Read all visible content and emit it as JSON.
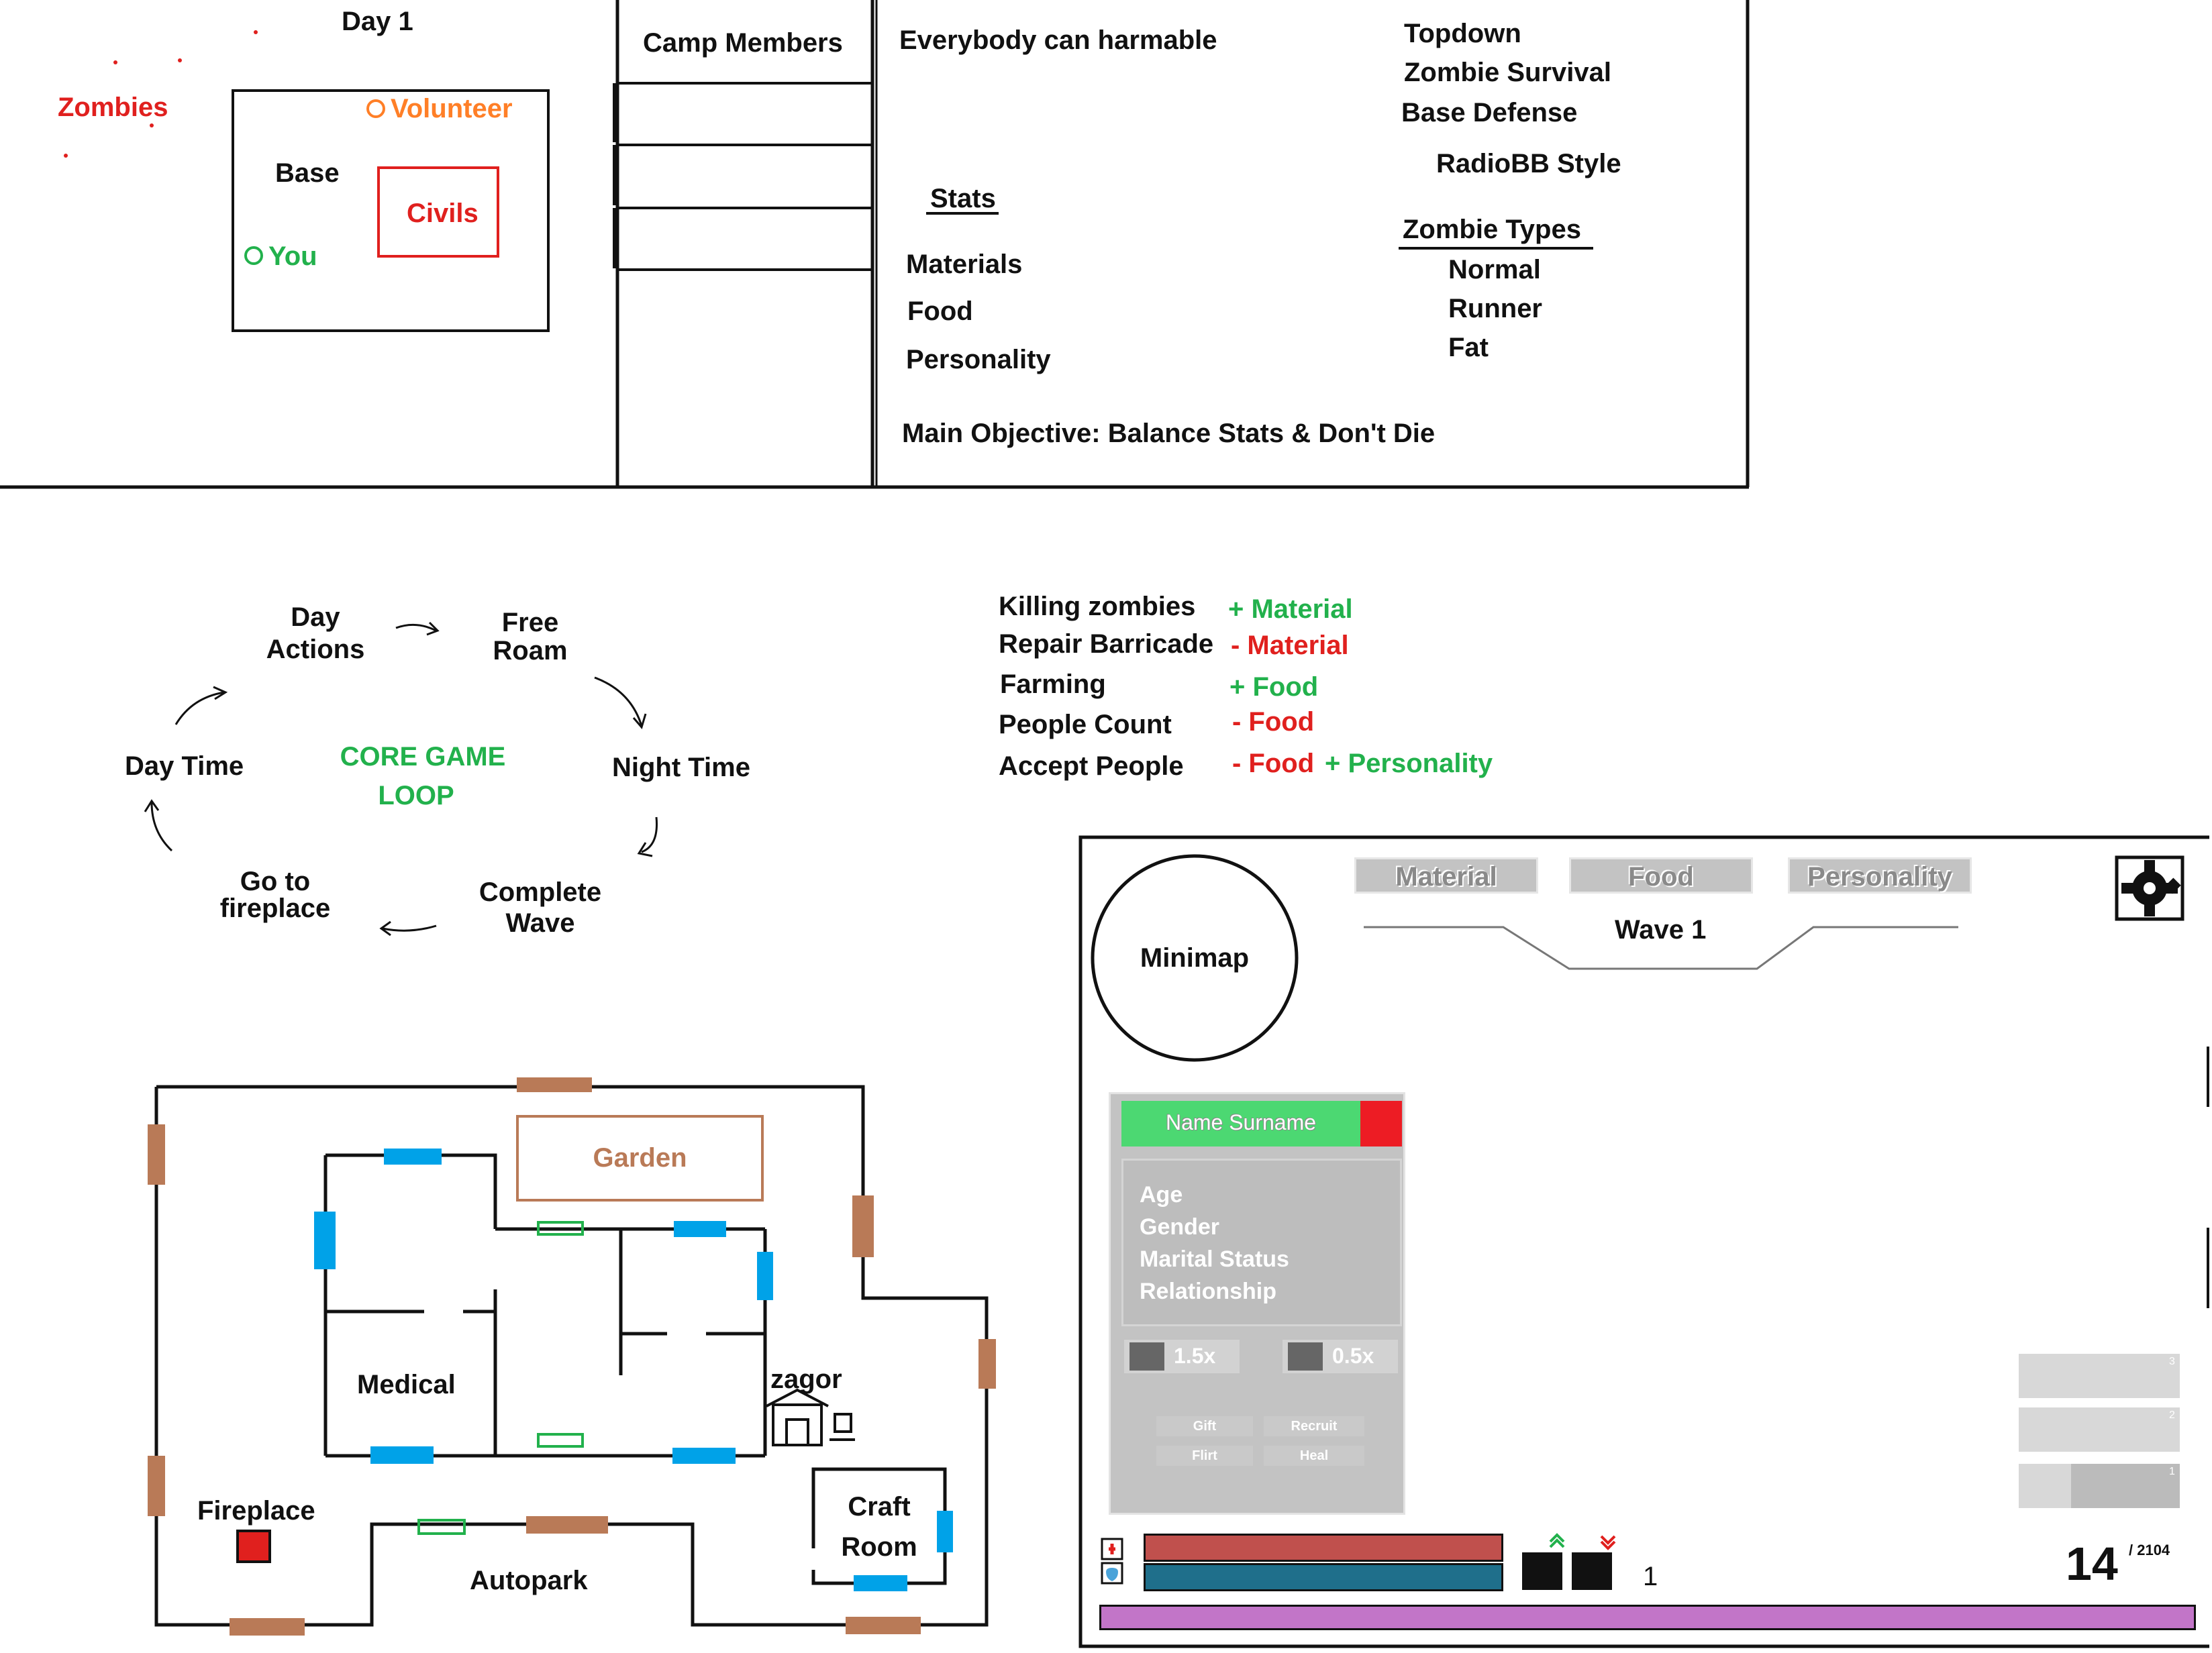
{
  "top_sketch": {
    "day": "Day 1",
    "zombies": "Zombies",
    "volunteer": "Volunteer",
    "base": "Base",
    "civils": "Civils",
    "you": "You",
    "camp_members": "Camp Members"
  },
  "notes": {
    "harm": "Everybody can harmable",
    "stats_title": "Stats",
    "stats": [
      "Materials",
      "Food",
      "Personality"
    ],
    "objective": "Main Objective: Balance Stats & Don't Die",
    "genres": [
      "Topdown",
      "Zombie Survival",
      "Base Defense"
    ],
    "style": "RadioBB Style",
    "zombie_types_title": "Zombie Types",
    "zombie_types": [
      "Normal",
      "Runner",
      "Fat"
    ]
  },
  "loop": {
    "center": [
      "CORE GAME",
      "LOOP"
    ],
    "day_actions": [
      "Day",
      "Actions"
    ],
    "free_roam": [
      "Free",
      "Roam"
    ],
    "night_time": "Night Time",
    "complete_wave": [
      "Complete",
      "Wave"
    ],
    "fireplace": [
      "Go to",
      "fireplace"
    ],
    "day_time": "Day Time"
  },
  "economy": [
    {
      "action": "Killing zombies",
      "effect": [
        {
          "text": "+ Material",
          "color": "#22b14c"
        }
      ]
    },
    {
      "action": "Repair Barricade",
      "effect": [
        {
          "text": "- Material",
          "color": "#e0201e"
        }
      ]
    },
    {
      "action": "Farming",
      "effect": [
        {
          "text": "+ Food",
          "color": "#22b14c"
        }
      ]
    },
    {
      "action": "People Count",
      "effect": [
        {
          "text": "- Food",
          "color": "#e0201e"
        }
      ]
    },
    {
      "action": "Accept People",
      "effect": [
        {
          "text": "- Food",
          "color": "#e0201e"
        },
        {
          "text": "+ Personality",
          "color": "#22b14c"
        }
      ]
    }
  ],
  "map": {
    "garden": "Garden",
    "medical": "Medical",
    "zagor": "zagor",
    "fireplace": "Fireplace",
    "autopark": "Autopark",
    "craft": [
      "Craft",
      "Room"
    ]
  },
  "hud": {
    "minimap": "Minimap",
    "stat_tabs": [
      "Material",
      "Food",
      "Personality"
    ],
    "wave": "Wave 1",
    "name": "Name Surname",
    "info": [
      "Age",
      "Gender",
      "Marital Status",
      "Relationship"
    ],
    "mult_up": "1.5x",
    "mult_down": "0.5x",
    "actions": [
      "Gift",
      "Recruit",
      "Flirt",
      "Heal"
    ],
    "weapon_slots": [
      "3",
      "2",
      "1"
    ],
    "ammo": "14",
    "ammo_total": "/ 2104",
    "count": "1",
    "colors": {
      "name_bar": "#4cd872",
      "health": "#c0504d",
      "shield": "#1f6f8b",
      "xp": "#c275c8",
      "door": "#b97a57",
      "window": "#00a2e8",
      "inner_door": "#22b14c"
    }
  }
}
